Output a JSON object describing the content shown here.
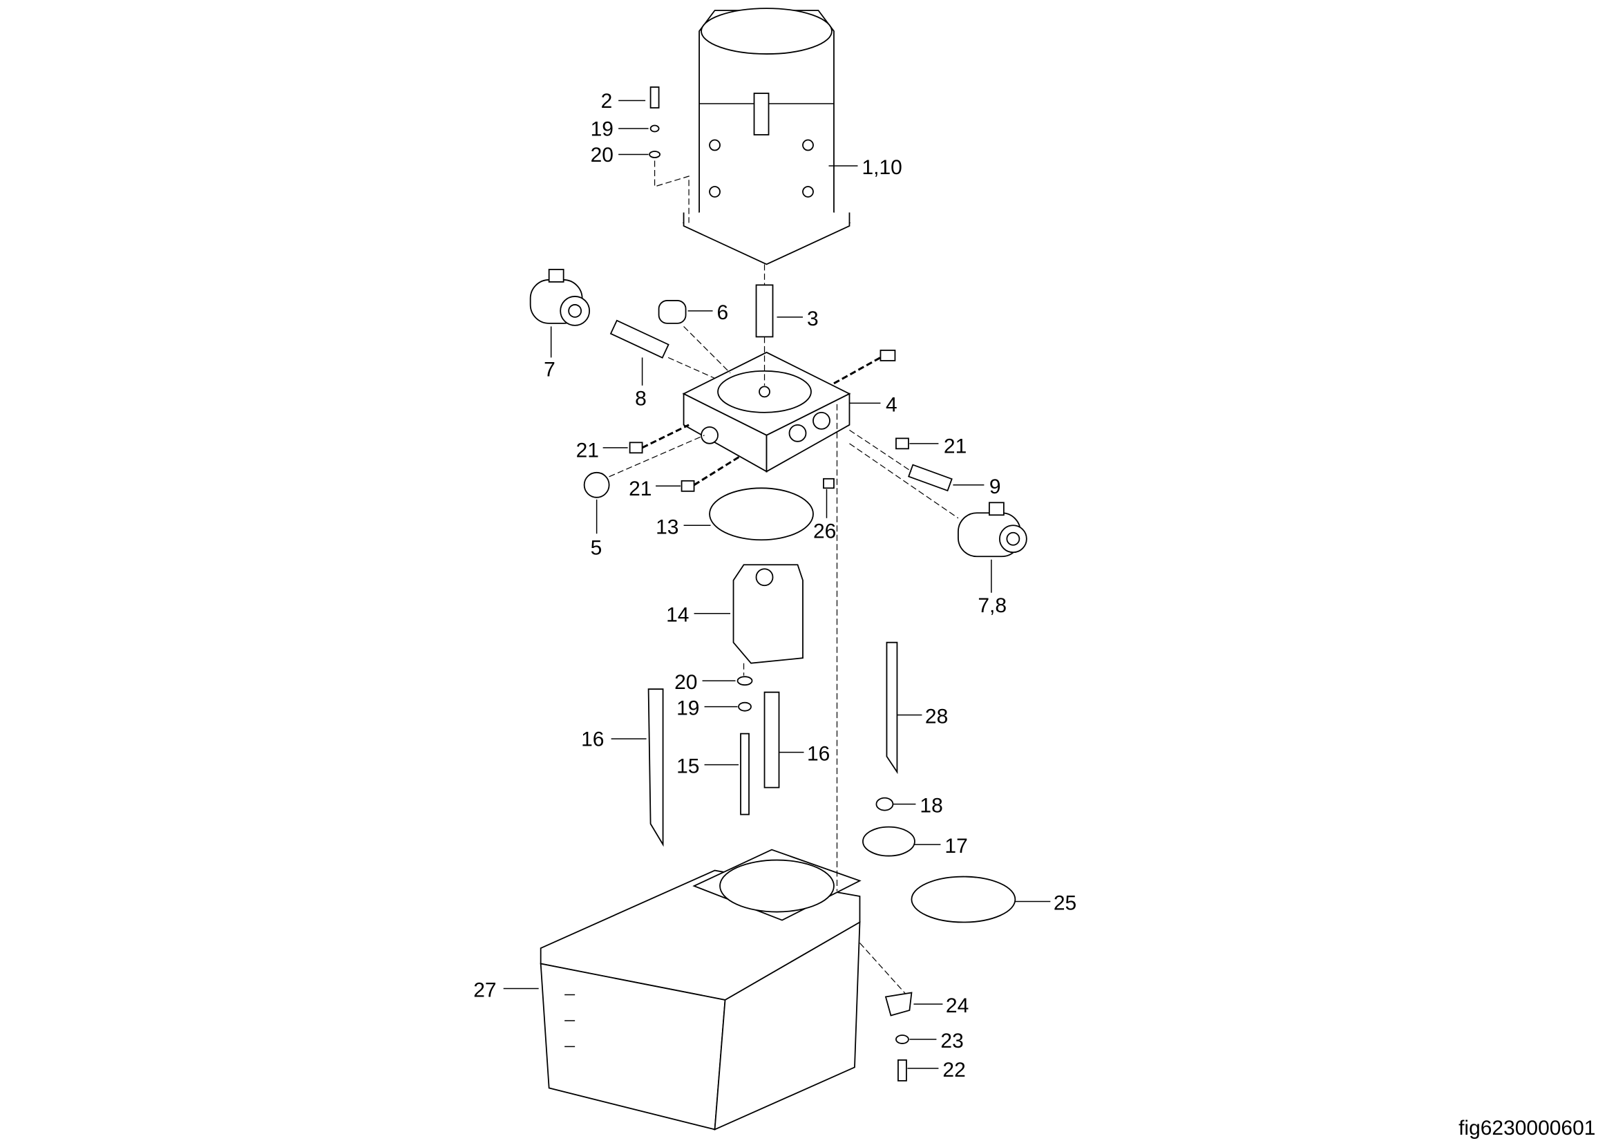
{
  "figure_id": "fig6230000601",
  "callouts": [
    {
      "label": "2"
    },
    {
      "label": "19"
    },
    {
      "label": "20"
    },
    {
      "label": "1,10"
    },
    {
      "label": "6"
    },
    {
      "label": "3"
    },
    {
      "label": "7"
    },
    {
      "label": "8"
    },
    {
      "label": "4"
    },
    {
      "label": "21"
    },
    {
      "label": "21"
    },
    {
      "label": "21"
    },
    {
      "label": "9"
    },
    {
      "label": "13"
    },
    {
      "label": "26"
    },
    {
      "label": "5"
    },
    {
      "label": "7,8"
    },
    {
      "label": "14"
    },
    {
      "label": "20"
    },
    {
      "label": "19"
    },
    {
      "label": "28"
    },
    {
      "label": "16"
    },
    {
      "label": "15"
    },
    {
      "label": "16"
    },
    {
      "label": "18"
    },
    {
      "label": "17"
    },
    {
      "label": "25"
    },
    {
      "label": "27"
    },
    {
      "label": "24"
    },
    {
      "label": "23"
    },
    {
      "label": "22"
    }
  ]
}
